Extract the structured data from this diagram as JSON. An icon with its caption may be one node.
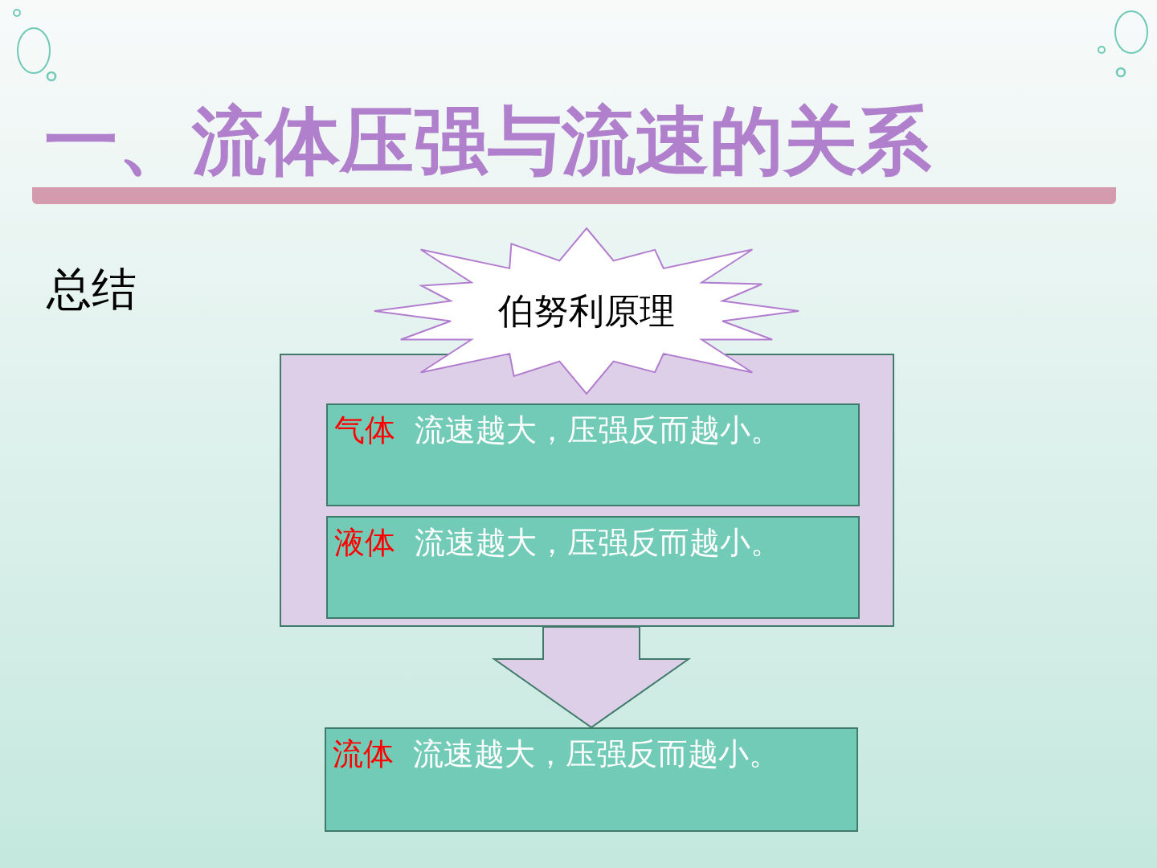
{
  "diagram": {
    "title": "一、流体压强与流速的关系",
    "nodes": [
      {
        "text": [],
        "shape": "box"
      },
      {
        "text": [
          "气体",
          "流速越大，压强反而越小。"
        ],
        "in": 0
      },
      {
        "text": [
          "液体",
          "流速越大，压强反而越小。"
        ],
        "in": 0
      },
      {
        "text": [
          "伯努利原理"
        ]
      },
      {
        "text": [
          "流体",
          "流速越大，压强反而越小。"
        ]
      }
    ],
    "edges": [
      {
        "from": 0,
        "to": 4,
        "arrow": "to",
        "style": "thick"
      }
    ],
    "labels": [
      "总结"
    ]
  }
}
